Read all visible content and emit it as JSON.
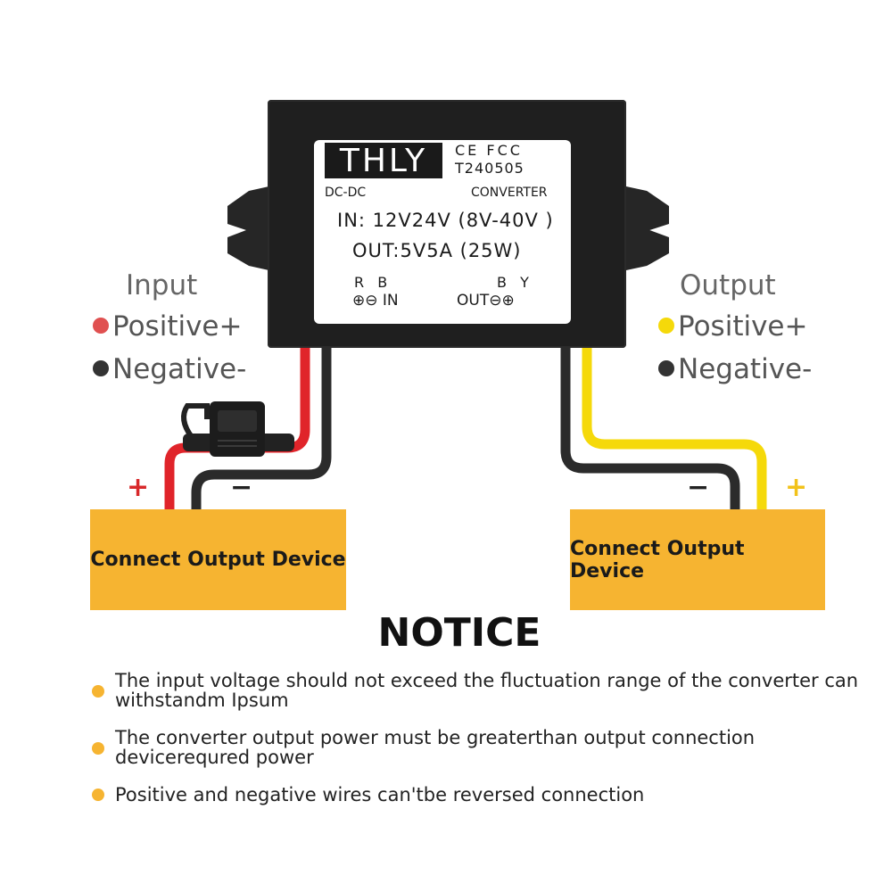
{
  "device": {
    "brand": "THLY",
    "certifications": "CE FCC",
    "serial": "T240505",
    "type_left": "DC-DC",
    "type_right": "CONVERTER",
    "spec_in": "IN: 12V24V  (8V-40V )",
    "spec_out": "OUT:5V5A (25W)",
    "polarity_in_letters": "R B",
    "polarity_out_letters": "B Y",
    "terminal_in": "⊕⊖ IN",
    "terminal_out": "OUT⊖⊕"
  },
  "input_legend": {
    "title": "Input",
    "positive": "Positive+",
    "negative": "Negative-"
  },
  "output_legend": {
    "title": "Output",
    "positive": "Positive+",
    "negative": "Negative-"
  },
  "signs": {
    "left_plus": "+",
    "left_minus": "−",
    "right_minus": "−",
    "right_plus": "+"
  },
  "boxes": {
    "left": "Connect Output Device",
    "right": "Connect Output Device"
  },
  "notice": {
    "title": "NOTICE",
    "items": [
      "The input voltage should not exceed the fluctuation range of the converter can withstandm Ipsum",
      "The converter output power must be greaterthan output connection devicerequred power",
      "Positive and negative wires can'tbe reversed connection"
    ]
  },
  "colors": {
    "red_wire": "#e0242a",
    "black_wire": "#2b2b2b",
    "yellow_wire": "#f5d90a",
    "device_body": "#1f1f1f",
    "box_fill": "#f6b431",
    "red_dot": "#e05050",
    "yellow_dot": "#f5d90a",
    "plus_red": "#d8282a",
    "plus_yellow": "#f2c21a"
  }
}
